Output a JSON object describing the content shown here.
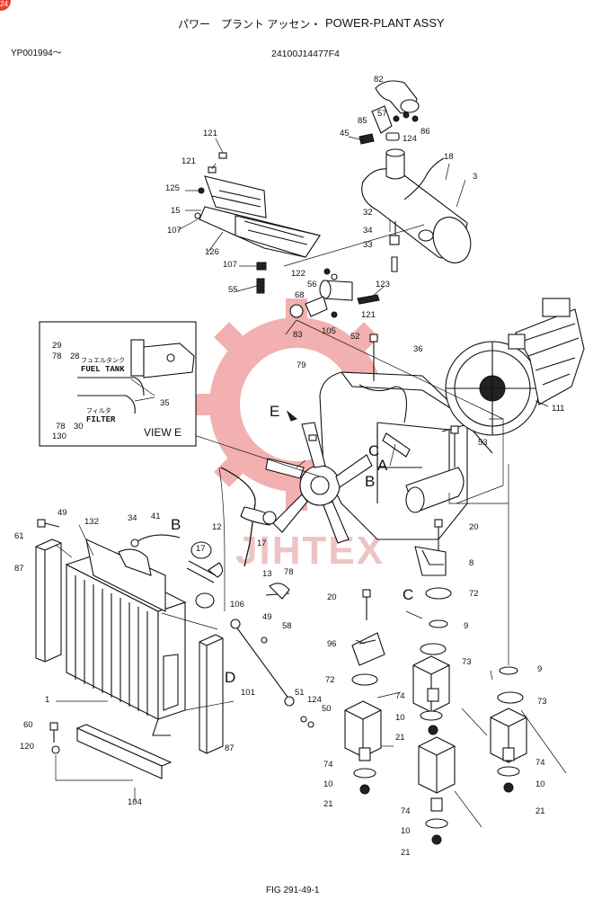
{
  "header": {
    "title_jp": "パワー　プラント アッセン・",
    "title_en": "POWER-PLANT ASSY",
    "serial": "YP001994～",
    "part_number": "24100J14477F4",
    "figure": "FIG 291-49-1"
  },
  "watermark": {
    "text": "JIHTEX",
    "color": "#e98a8a"
  },
  "corner_badge": "24",
  "view_e": {
    "title": "VIEW E",
    "fuel_tank_jp": "フュエルタンク",
    "fuel_tank": "FUEL TANK",
    "filter_jp": "フィルタ",
    "filter": "FILTER",
    "labels": [
      "29",
      "78",
      "28",
      "35",
      "78",
      "30",
      "130"
    ]
  },
  "letters": [
    "A",
    "B",
    "C",
    "D",
    "E"
  ],
  "callouts": [
    "82",
    "57",
    "85",
    "124",
    "86",
    "45",
    "18",
    "3",
    "121",
    "121",
    "125",
    "15",
    "107",
    "126",
    "32",
    "34",
    "33",
    "107",
    "55",
    "122",
    "56",
    "123",
    "68",
    "121",
    "83",
    "105",
    "52",
    "36",
    "79",
    "111",
    "53",
    "20",
    "8",
    "49",
    "61",
    "132",
    "34",
    "41",
    "12",
    "17",
    "13",
    "17",
    "78",
    "87",
    "20",
    "72",
    "9",
    "106",
    "49",
    "58",
    "96",
    "73",
    "72",
    "9",
    "101",
    "73",
    "74",
    "10",
    "60",
    "51",
    "124",
    "50",
    "21",
    "120",
    "87",
    "74",
    "104",
    "10",
    "21",
    "74",
    "10",
    "21",
    "1"
  ]
}
